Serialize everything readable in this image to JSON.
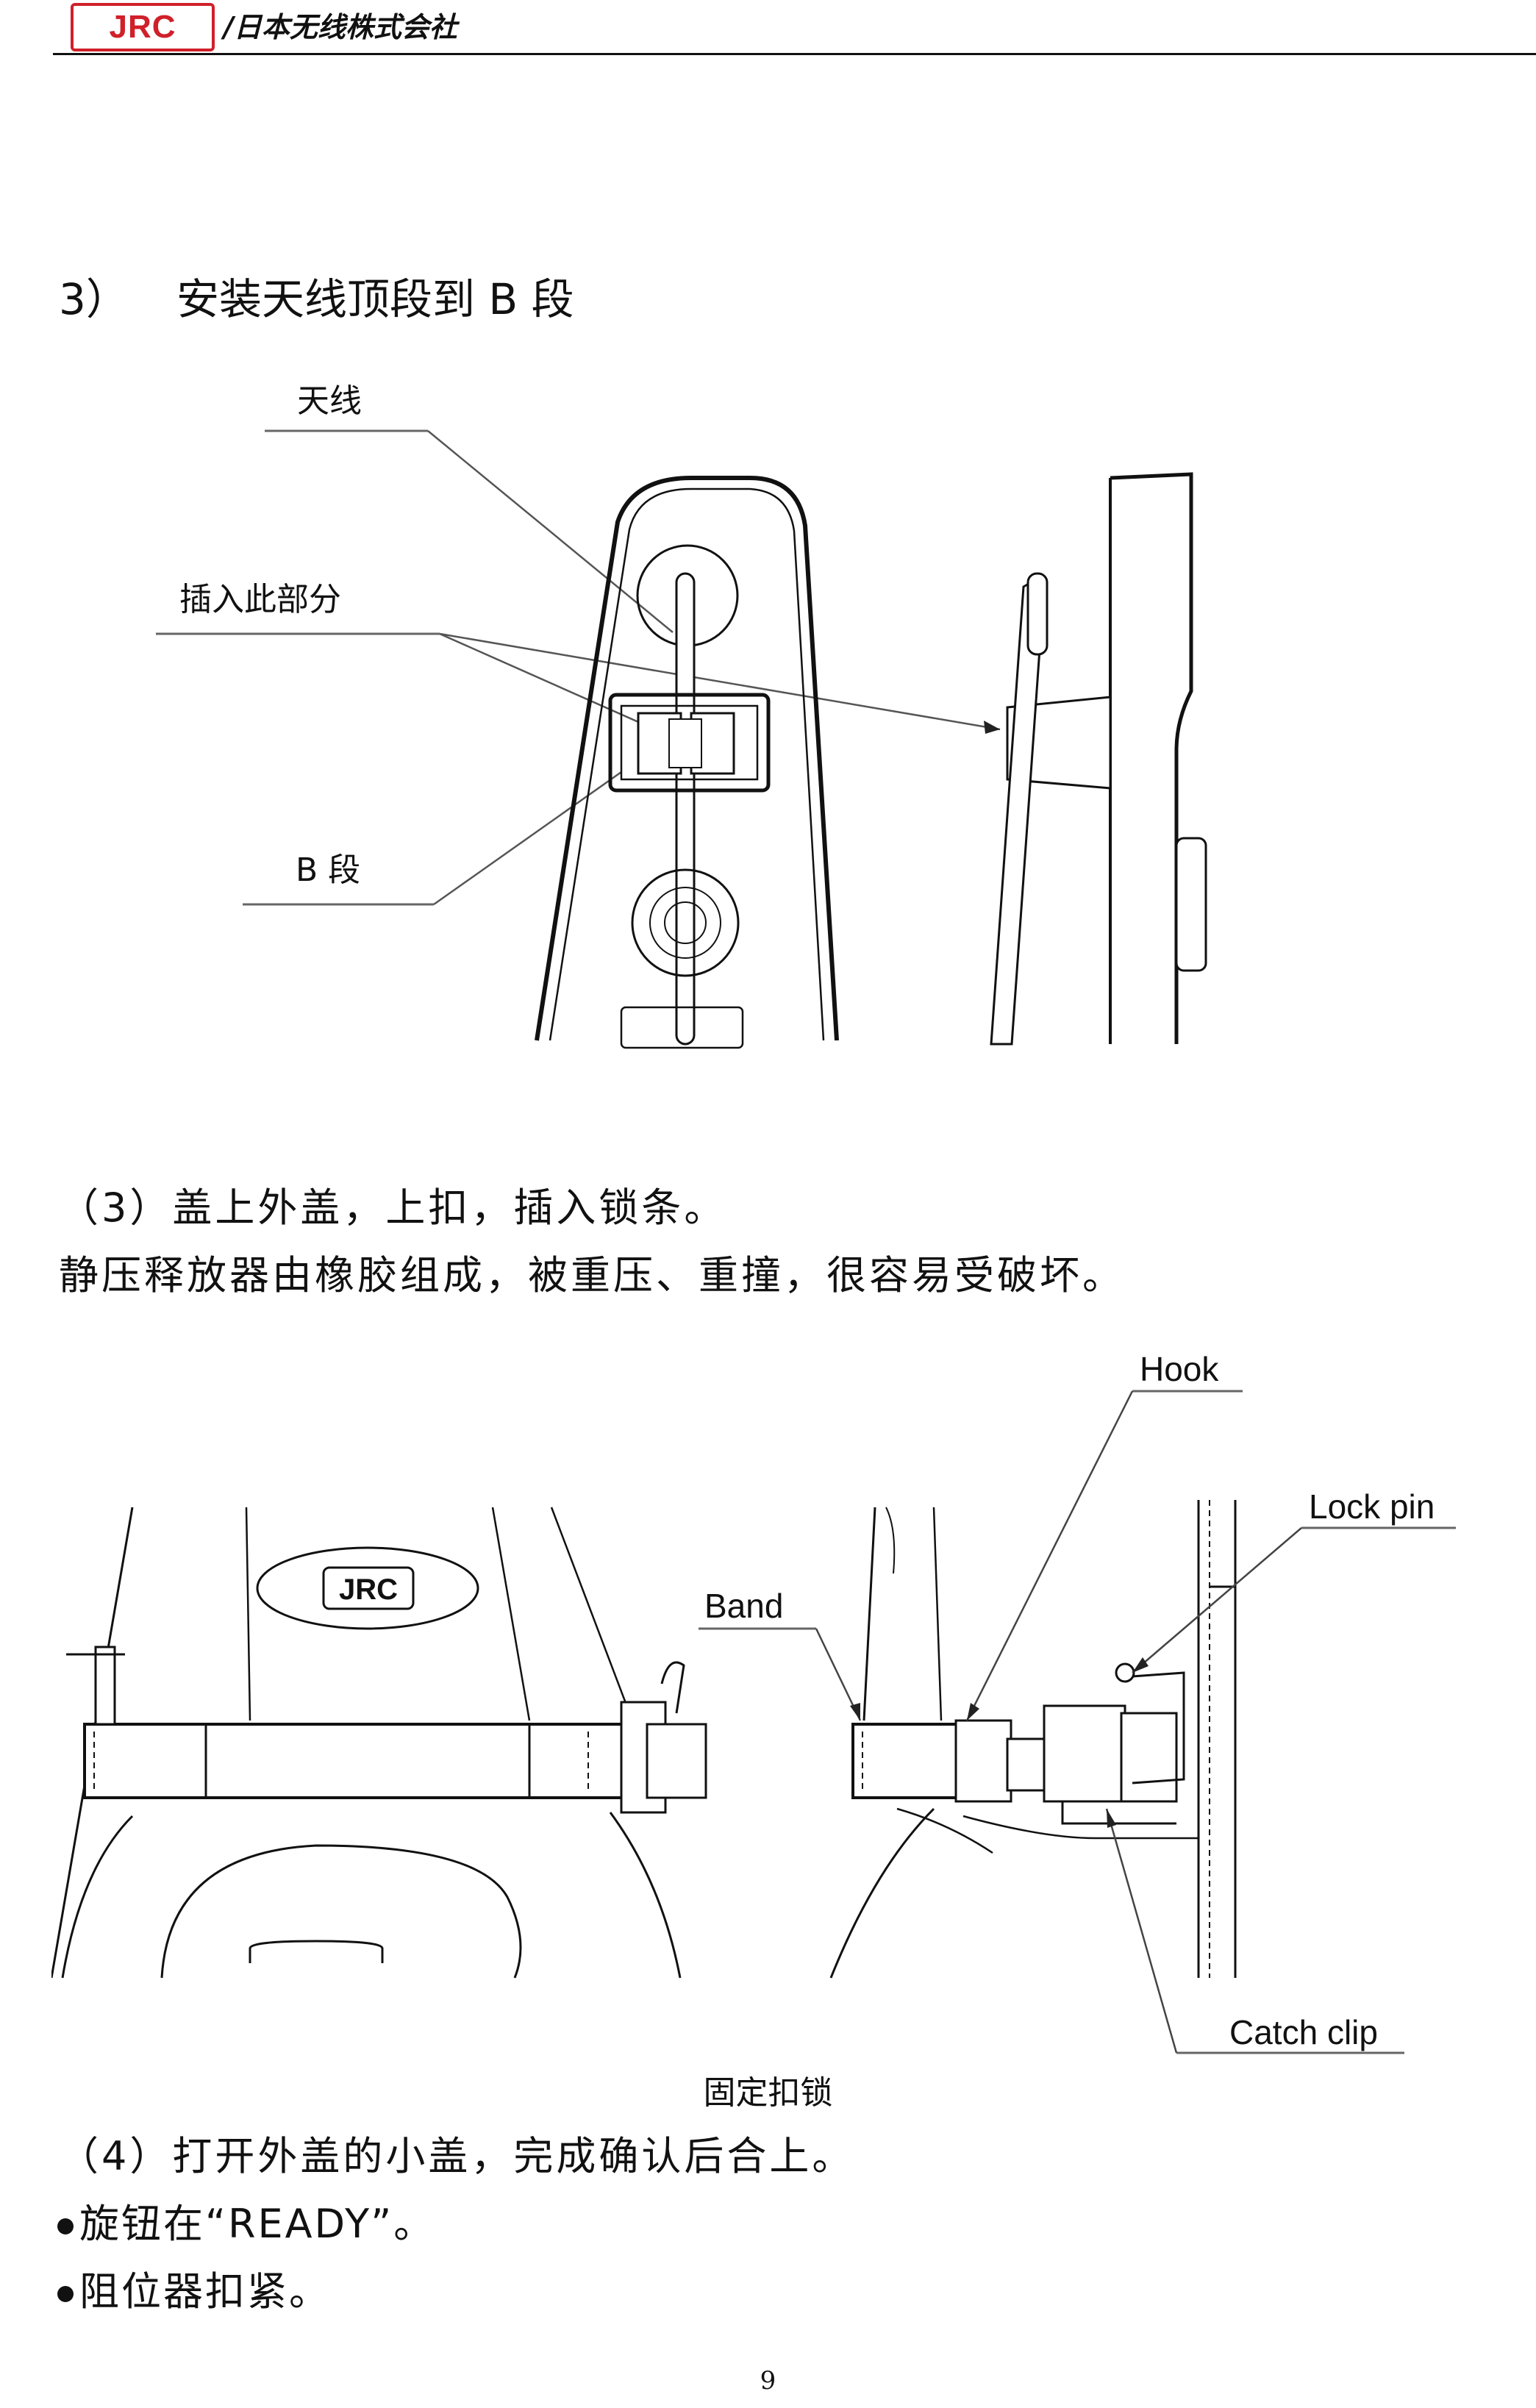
{
  "header": {
    "logo_text": "JRC",
    "company": "/日本无线株式会社",
    "accent_color": "#d0202a"
  },
  "section3": {
    "number": "3）",
    "title": "安装天线顶段到 B 段"
  },
  "figure1": {
    "labels": {
      "antenna": "天线",
      "insert_here": "插入此部分",
      "b_section": "B 段"
    }
  },
  "step3": {
    "line1": "（3）盖上外盖，上扣，插入锁条。",
    "line2": "静压释放器由橡胶组成，被重压、重撞，很容易受破坏。"
  },
  "figure2": {
    "logo_text": "JRC",
    "labels": {
      "hook": "Hook",
      "lock_pin": "Lock pin",
      "band": "Band",
      "catch_clip": "Catch clip"
    },
    "caption": "固定扣锁"
  },
  "step4": {
    "line1": "（4）打开外盖的小盖，完成确认后合上。",
    "bullet1": "旋钮在“READY”。",
    "bullet2": "阻位器扣紧。"
  },
  "page_number": "9"
}
